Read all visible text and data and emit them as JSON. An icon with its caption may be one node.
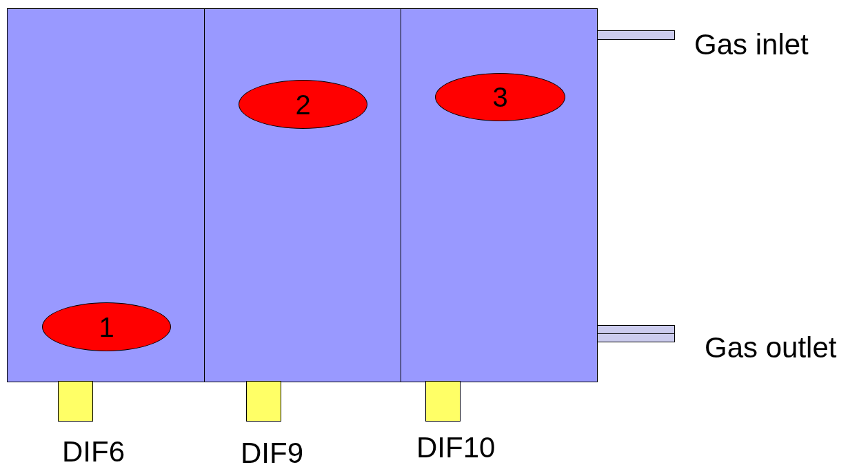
{
  "diagram": {
    "nodes": [
      {
        "text": [],
        "shape": "box"
      },
      {
        "text": [
          "1"
        ],
        "in": 0
      },
      {
        "text": [],
        "shape": "box"
      },
      {
        "text": [
          "2"
        ],
        "in": 2
      },
      {
        "text": [],
        "shape": "box"
      },
      {
        "text": [
          "3"
        ],
        "in": 4
      },
      {
        "text": [
          "Gas inlet"
        ]
      },
      {
        "text": [
          "Gas outlet"
        ]
      },
      {
        "text": [
          "DIF6"
        ]
      },
      {
        "text": [
          "DIF9"
        ]
      },
      {
        "text": [
          "DIF10"
        ]
      }
    ]
  }
}
